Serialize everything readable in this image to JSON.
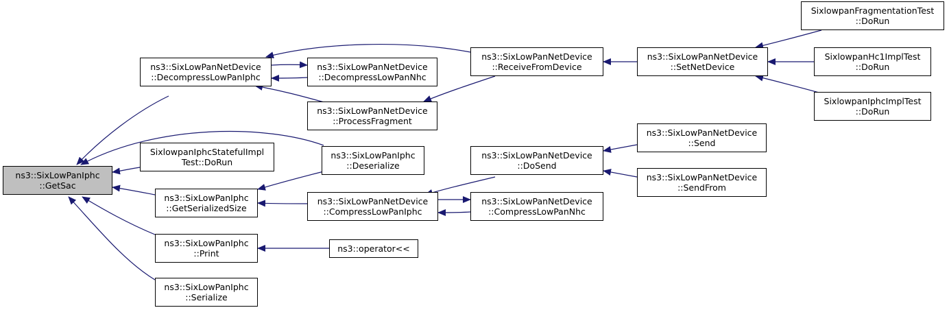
{
  "colors": {
    "edge": "#191970",
    "root_fill": "#bfbfbf",
    "node_fill": "#ffffff",
    "node_border": "#000000"
  },
  "nodes": {
    "getsac": {
      "line1": "ns3::SixLowPanIphc",
      "line2": "::GetSac"
    },
    "decompress_iphc": {
      "line1": "ns3::SixLowPanNetDevice",
      "line2": "::DecompressLowPanIphc"
    },
    "stateful_test": {
      "line1": "SixlowpanIphcStatefulImpl",
      "line2": "Test::DoRun"
    },
    "get_serialized_size": {
      "line1": "ns3::SixLowPanIphc",
      "line2": "::GetSerializedSize"
    },
    "print": {
      "line1": "ns3::SixLowPanIphc",
      "line2": "::Print"
    },
    "serialize": {
      "line1": "ns3::SixLowPanIphc",
      "line2": "::Serialize"
    },
    "decompress_nhc": {
      "line1": "ns3::SixLowPanNetDevice",
      "line2": "::DecompressLowPanNhc"
    },
    "process_fragment": {
      "line1": "ns3::SixLowPanNetDevice",
      "line2": "::ProcessFragment"
    },
    "deserialize": {
      "line1": "ns3::SixLowPanIphc",
      "line2": "::Deserialize"
    },
    "compress_iphc": {
      "line1": "ns3::SixLowPanNetDevice",
      "line2": "::CompressLowPanIphc"
    },
    "operator": {
      "line1": "ns3::operator<<"
    },
    "receive_from_device": {
      "line1": "ns3::SixLowPanNetDevice",
      "line2": "::ReceiveFromDevice"
    },
    "do_send": {
      "line1": "ns3::SixLowPanNetDevice",
      "line2": "::DoSend"
    },
    "compress_nhc": {
      "line1": "ns3::SixLowPanNetDevice",
      "line2": "::CompressLowPanNhc"
    },
    "set_net_device": {
      "line1": "ns3::SixLowPanNetDevice",
      "line2": "::SetNetDevice"
    },
    "send": {
      "line1": "ns3::SixLowPanNetDevice",
      "line2": "::Send"
    },
    "send_from": {
      "line1": "ns3::SixLowPanNetDevice",
      "line2": "::SendFrom"
    },
    "frag_test": {
      "line1": "SixlowpanFragmentationTest",
      "line2": "::DoRun"
    },
    "hc1_test": {
      "line1": "SixlowpanHc1ImplTest",
      "line2": "::DoRun"
    },
    "iphc_test": {
      "line1": "SixlowpanIphcImplTest",
      "line2": "::DoRun"
    }
  },
  "edges": [
    {
      "from": "decompress_iphc",
      "to": "getsac"
    },
    {
      "from": "stateful_test",
      "to": "getsac"
    },
    {
      "from": "get_serialized_size",
      "to": "getsac"
    },
    {
      "from": "print",
      "to": "getsac"
    },
    {
      "from": "serialize",
      "to": "getsac"
    },
    {
      "from": "deserialize",
      "to": "getsac"
    },
    {
      "from": "decompress_nhc",
      "to": "decompress_iphc"
    },
    {
      "from": "decompress_iphc",
      "to": "decompress_nhc"
    },
    {
      "from": "process_fragment",
      "to": "decompress_iphc"
    },
    {
      "from": "receive_from_device",
      "to": "decompress_iphc"
    },
    {
      "from": "receive_from_device",
      "to": "process_fragment"
    },
    {
      "from": "set_net_device",
      "to": "receive_from_device"
    },
    {
      "from": "frag_test",
      "to": "set_net_device"
    },
    {
      "from": "hc1_test",
      "to": "set_net_device"
    },
    {
      "from": "iphc_test",
      "to": "set_net_device"
    },
    {
      "from": "deserialize",
      "to": "get_serialized_size"
    },
    {
      "from": "compress_iphc",
      "to": "get_serialized_size"
    },
    {
      "from": "operator",
      "to": "print"
    },
    {
      "from": "do_send",
      "to": "compress_iphc"
    },
    {
      "from": "compress_nhc",
      "to": "compress_iphc"
    },
    {
      "from": "compress_iphc",
      "to": "compress_nhc"
    },
    {
      "from": "send",
      "to": "do_send"
    },
    {
      "from": "send_from",
      "to": "do_send"
    }
  ]
}
